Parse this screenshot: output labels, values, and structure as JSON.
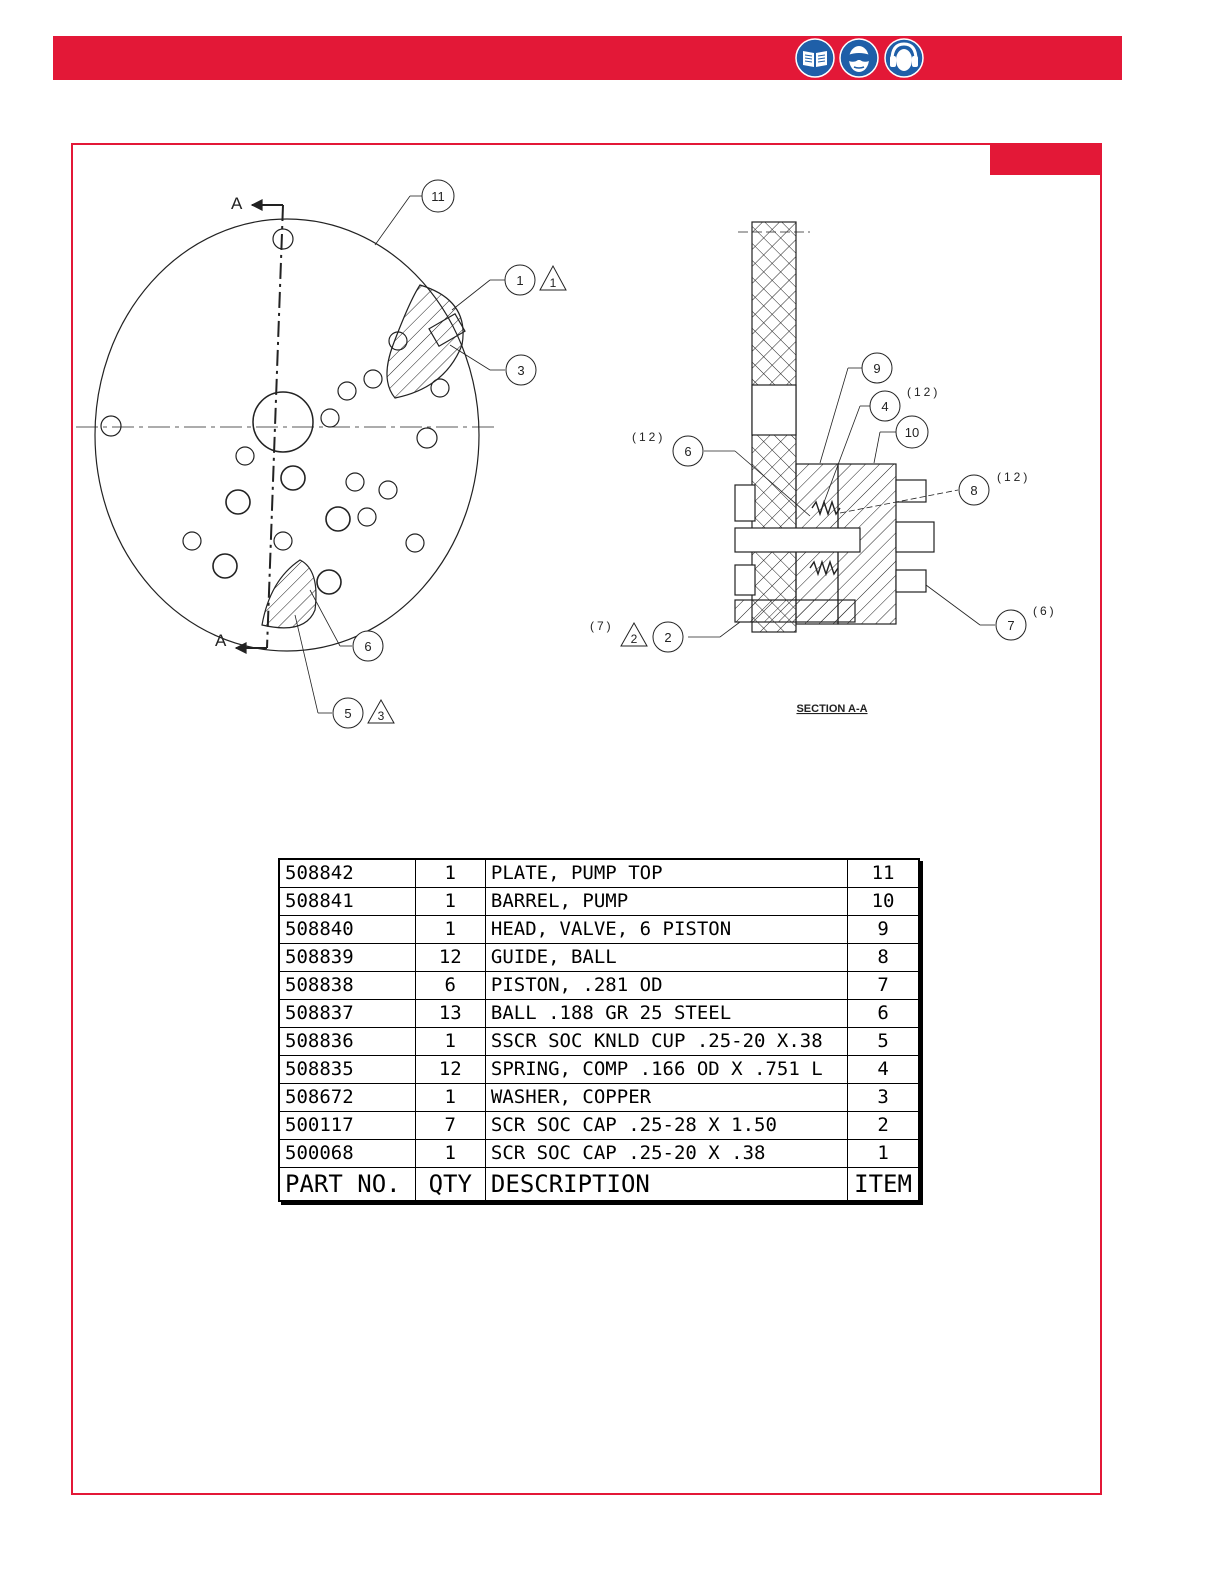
{
  "header": {
    "icons": [
      "read-manual-icon",
      "eye-protection-icon",
      "ear-protection-icon"
    ],
    "color": "#e31837"
  },
  "drawing": {
    "section_arrow_label": "A",
    "section_title": "SECTION A-A",
    "callouts": {
      "c11": "11",
      "c1": "1",
      "c3": "3",
      "c6": "6",
      "c5": "5",
      "c9": "9",
      "c4": "4",
      "c10": "10",
      "c6b": "6",
      "c8": "8",
      "c7": "7",
      "c2": "2"
    },
    "revision_marks": {
      "r1": "1",
      "r2": "2",
      "r3": "3"
    },
    "quantity_notes": {
      "q4": "(12)",
      "q6": "(12)",
      "q8": "(12)",
      "q7": "(6)",
      "q2": "(7)"
    }
  },
  "parts_table": {
    "headers": {
      "part_no": "PART NO.",
      "qty": "QTY",
      "description": "DESCRIPTION",
      "item": "ITEM"
    },
    "rows": [
      {
        "part_no": "508842",
        "qty": "1",
        "description": "PLATE, PUMP TOP",
        "item": "11"
      },
      {
        "part_no": "508841",
        "qty": "1",
        "description": "BARREL, PUMP",
        "item": "10"
      },
      {
        "part_no": "508840",
        "qty": "1",
        "description": "HEAD, VALVE, 6 PISTON",
        "item": "9"
      },
      {
        "part_no": "508839",
        "qty": "12",
        "description": "GUIDE, BALL",
        "item": "8"
      },
      {
        "part_no": "508838",
        "qty": "6",
        "description": "PISTON, .281 OD",
        "item": "7"
      },
      {
        "part_no": "508837",
        "qty": "13",
        "description": "BALL .188 GR  25 STEEL",
        "item": "6"
      },
      {
        "part_no": "508836",
        "qty": "1",
        "description": "SSCR SOC KNLD CUP .25-20 X.38",
        "item": "5"
      },
      {
        "part_no": "508835",
        "qty": "12",
        "description": "SPRING, COMP .166 OD X .751 L",
        "item": "4"
      },
      {
        "part_no": "508672",
        "qty": "1",
        "description": "WASHER, COPPER",
        "item": "3"
      },
      {
        "part_no": "500117",
        "qty": "7",
        "description": "SCR SOC CAP  .25-28 X 1.50",
        "item": "2"
      },
      {
        "part_no": "500068",
        "qty": "1",
        "description": "SCR SOC CAP  .25-20 X  .38",
        "item": "1"
      }
    ]
  }
}
